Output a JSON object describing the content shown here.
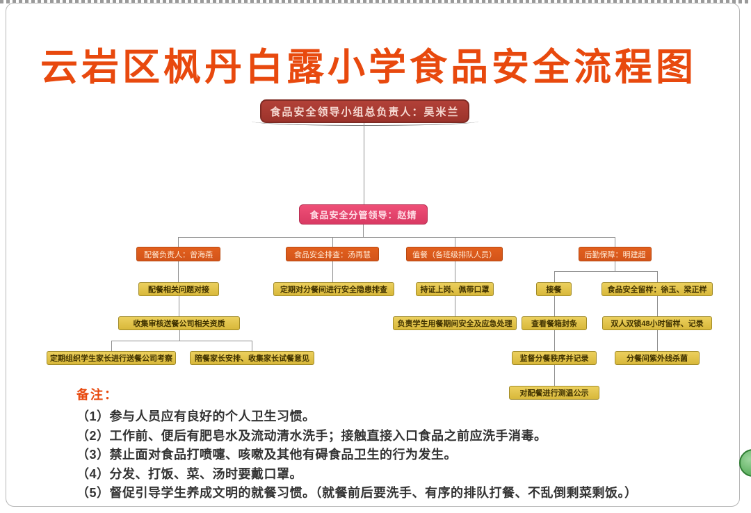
{
  "title": "云岩区枫丹白露小学食品安全流程图",
  "colors": {
    "accent": "#e8490e",
    "root_bg": "#a93a31",
    "leader_bg": "#e8466f",
    "branch_bg": "#dd5a1a",
    "task_bg": "#e2c44d",
    "badge_green": "#3f9e43"
  },
  "flow": {
    "root": "食品安全领导小组总负责人：吴米兰",
    "leader": "食品安全分管领导：赵婧",
    "branches": [
      "配餐负责人：曾海燕",
      "食品安全排查：汤再慧",
      "值餐（各班级排队人员）",
      "后勤保障：明建超"
    ],
    "b1_tasks": [
      "配餐相关问题对接",
      "收集审核送餐公司相关资质",
      "定期组织学生家长进行送餐公司考察",
      "陪餐家长安排、收集家长试餐意见"
    ],
    "b2_tasks": [
      "定期对分餐间进行安全隐患排查"
    ],
    "b3_tasks": [
      "持证上岗、佩带口罩",
      "负责学生用餐期间安全及应急处理"
    ],
    "b4_left_tasks": [
      "接餐",
      "查看餐箱封条",
      "监督分餐秩序并记录",
      "对配餐进行测温公示"
    ],
    "b4_right_tasks": [
      "食品安全留样：徐玉、梁正样",
      "双人双锁48小时留样、记录",
      "分餐间紫外线杀菌"
    ]
  },
  "notes": {
    "heading": "备注：",
    "items": [
      "（1）参与人员应有良好的个人卫生习惯。",
      "（2）工作前、便后有肥皂水及流动清水洗手；接触直接入口食品之前应洗手消毒。",
      "（3）禁止面对食品打喷嚏、咳嗽及其他有碍食品卫生的行为发生。",
      "（4）分发、打饭、菜、汤时要戴口罩。",
      "（5）督促引导学生养成文明的就餐习惯。（就餐前后要洗手、有序的排队打餐、不乱倒剩菜剩饭。）"
    ]
  }
}
